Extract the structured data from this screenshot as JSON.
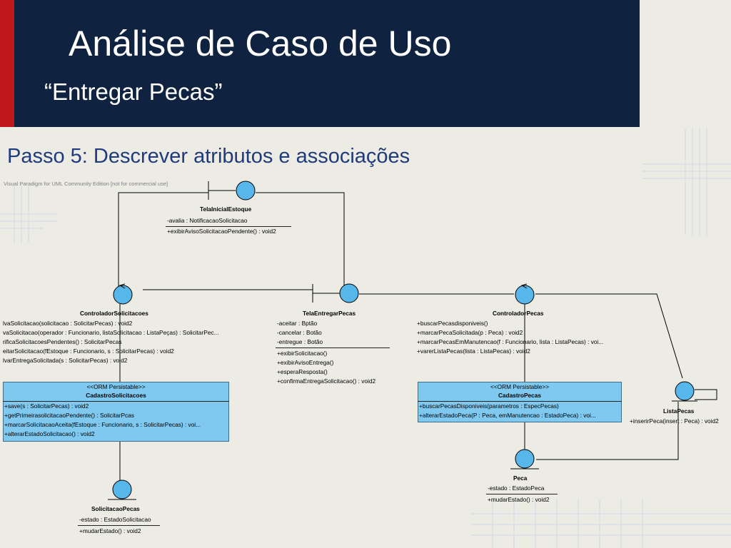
{
  "slide": {
    "title": "Análise de Caso de Uso",
    "subtitle": "“Entregar Pecas”",
    "step": "Passo 5: Descrever atributos e associações",
    "watermark": "Visual Paradigm for UML Community Edition [not for commercial use]"
  },
  "colors": {
    "header_bg": "#0f2341",
    "accent_red": "#c0171c",
    "step_text": "#1f3b7e",
    "symbol_fill": "#58b7ea",
    "entity_box_fill": "#7fc8ef",
    "slide_bg": "#ecebe4"
  },
  "diagram": {
    "tela_inicial": {
      "name": "TelaInicialEstoque",
      "attributes": [
        "-avalia : NotificacaoSolicitacao"
      ],
      "operations": [
        "+exibirAvisoSolicitacaoPendente() : void2"
      ]
    },
    "controlador_solicitacoes": {
      "name": "ControladorSolicitacoes",
      "operations": [
        "lvaSolicitacao(solicitacao : SolicitarPecas) : void2",
        "vaSolicitacao(operador : Funcionario, listaSolicitacao : ListaPeças) : SolicitarPec...",
        "rificaSolicitacoesPendentes() : SolicitarPecas",
        "eitarSolicitacao(fEstoque : Funcionario, s : SolicitarPecas) : void2",
        "lvarEntregaSolicitada(s : SolicitarPecas) : void2"
      ]
    },
    "tela_entregar": {
      "name": "TelaEntregarPecas",
      "attributes": [
        "-aceitar : Bptão",
        "-cancelar : Botão",
        "-entregue : Botão"
      ],
      "operations": [
        "+exibirSolicitacao()",
        "+exibirAvisoEntrega()",
        "+esperaResposta()",
        "+confirmaEntregaSolicitacao() : void2"
      ]
    },
    "controlador_pecas": {
      "name": "ControladorPecas",
      "operations": [
        "+buscarPecasdisponiveis()",
        "+marcarPecaSolicitada(p : Peca) : void2",
        "+marcarPecasEmManutencao(f : Funcionario, lista : ListaPecas) : voi...",
        "+varerListaPecas(lista : ListaPecas) : void2"
      ]
    },
    "cadastro_solicitacoes": {
      "stereotype": "<<ORM Persistable>>",
      "name": "CadastroSolicitacoes",
      "operations": [
        "+save(s : SolicitarPecas) : void2",
        "+getPrimeirasolicitacaoPendente() : SolicitarPcas",
        "+marcarSolicitacaoAceita(fEstoque : Funcionario, s : SolicitarPecas) : voi...",
        "+alterarEstadoSolicitacao() : void2"
      ]
    },
    "cadastro_pecas": {
      "stereotype": "<<ORM Persistable>>",
      "name": "CadastroPecas",
      "operations": [
        "+buscarPecasDisponiveis(parametros : EspecPecas)",
        "+alterarEstadoPeca(P : Peca, emManutencao : EstadoPeca) : voi..."
      ]
    },
    "lista_pecas": {
      "name": "ListaPecas",
      "operations": [
        "+inserirPeca(insert : Peca) : void2"
      ]
    },
    "peca": {
      "name": "Peca",
      "attributes": [
        "-estado : EstadoPeca"
      ],
      "operations": [
        "+mudarEstado() : void2"
      ]
    },
    "solicitacao_pecas": {
      "name": "SolicitacaoPecas",
      "attributes": [
        "-estado : EstadoSolicitacao"
      ],
      "operations": [
        "+mudarEstado() : void2"
      ]
    }
  }
}
